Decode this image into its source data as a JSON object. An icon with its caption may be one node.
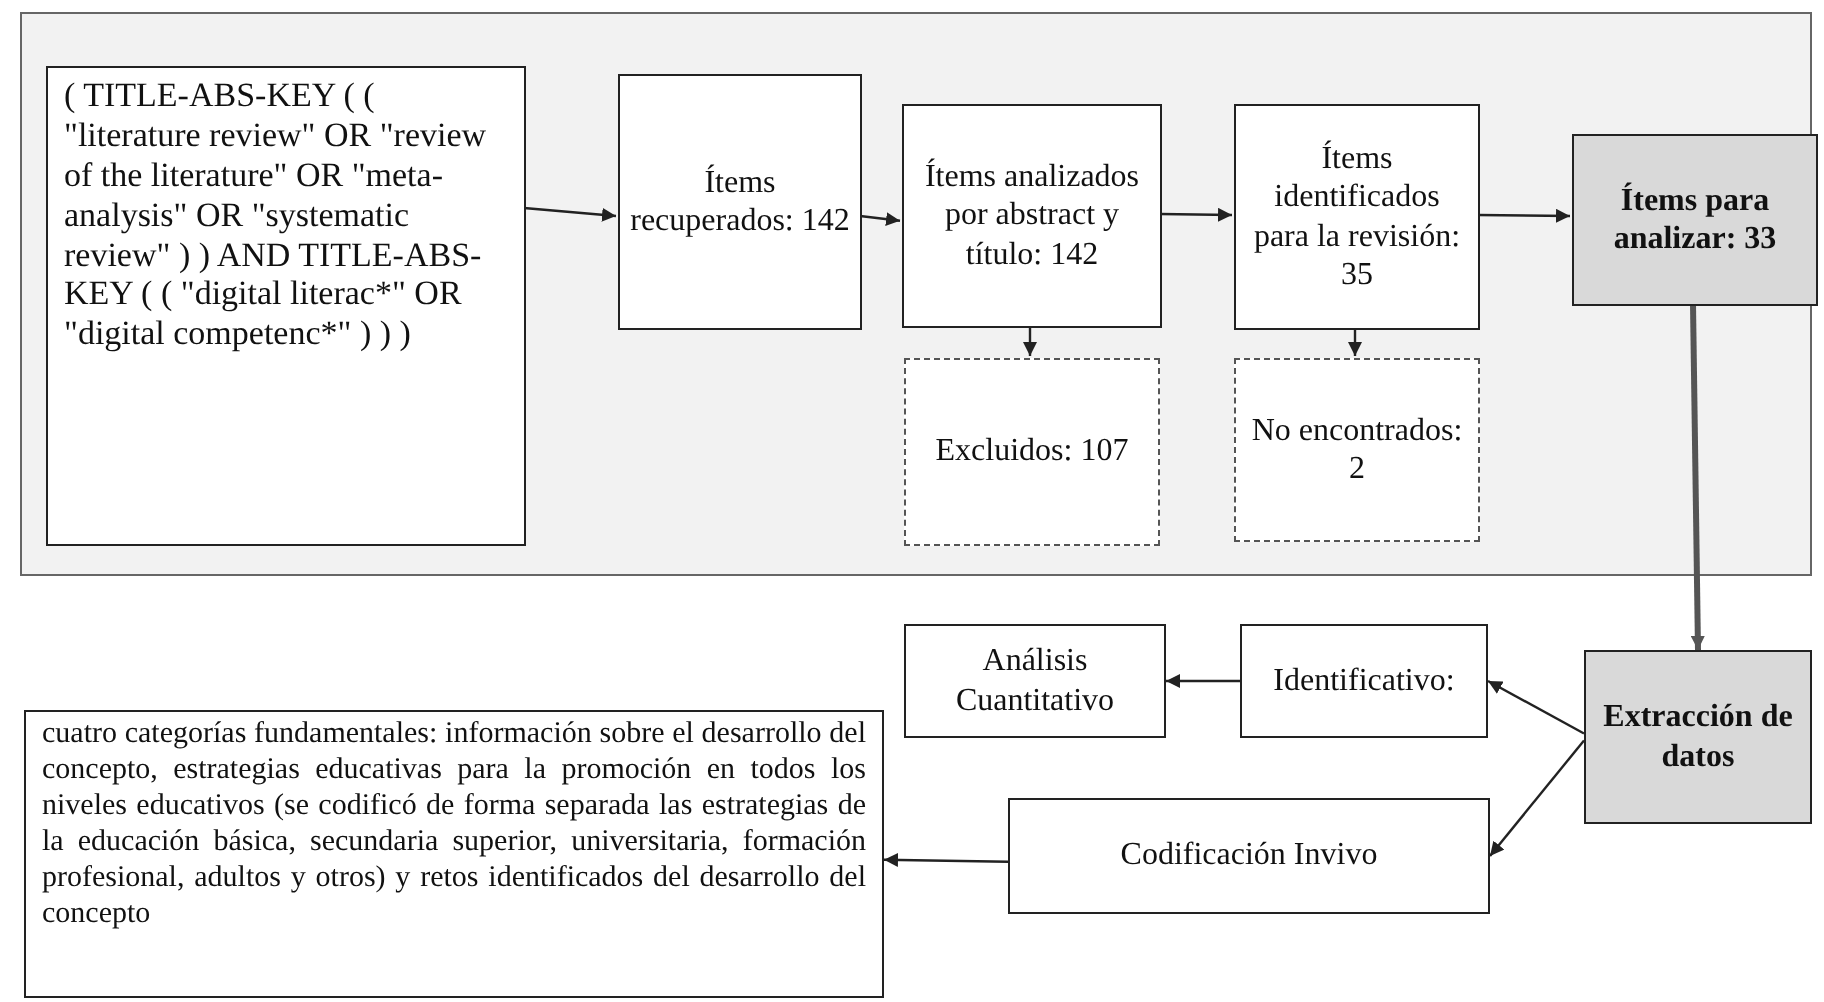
{
  "diagram": {
    "nodes": [
      {
        "text": [],
        "shape": "box"
      },
      {
        "text": [
          "( TITLE-ABS-KEY ( ( \"literature review\" OR \"review of the literature\" OR \"meta-analysis\" OR \"systematic review\" ) ) AND TITLE-ABS-KEY ( ( \"digital literac*\" OR \"digital competenc*\" ) ) )"
        ],
        "in": 0
      },
      {
        "text": [
          "Ítems recuperados: 142"
        ],
        "in": 0
      },
      {
        "text": [
          "Ítems analizados por abstract y título: 142"
        ],
        "in": 0
      },
      {
        "text": [
          "Ítems identificados para la revisión: 35"
        ],
        "in": 0
      },
      {
        "text": [
          "Ítems para analizar: 33"
        ],
        "in": 0
      },
      {
        "text": [
          "Excluidos: 107"
        ],
        "in": 0
      },
      {
        "text": [
          "No encontrados: 2"
        ],
        "in": 0
      },
      {
        "text": [
          "Extracción de datos"
        ]
      },
      {
        "text": [
          "Análisis Cuantitativo"
        ]
      },
      {
        "text": [
          "Identificativo:"
        ]
      },
      {
        "text": [
          "cuatro categorías fundamentales: información sobre el desarrollo del concepto, estrategias educativas para la promoción en todos los niveles educativos (se codificó de forma separada las estrategias de la educación básica, secundaria superior, universitaria, formación profesional, adultos y otros) y retos identificados del desarrollo del concepto"
        ]
      },
      {
        "text": [
          "Codificación Invivo"
        ]
      }
    ],
    "edges": [
      {
        "from": 1,
        "to": 2,
        "arrow": "to"
      },
      {
        "from": 2,
        "to": 3,
        "arrow": "to"
      },
      {
        "from": 3,
        "to": 4,
        "arrow": "to"
      },
      {
        "from": 4,
        "to": 5,
        "arrow": "to"
      },
      {
        "from": 3,
        "to": 6,
        "arrow": "to"
      },
      {
        "from": 4,
        "to": 7,
        "arrow": "to"
      },
      {
        "from": 5,
        "to": 8,
        "arrow": "to",
        "style": "thick",
        "color": "#555555"
      },
      {
        "from": 8,
        "to": 10,
        "arrow": "to"
      },
      {
        "from": 10,
        "to": 9,
        "arrow": "to"
      },
      {
        "from": 8,
        "to": 12,
        "arrow": "to"
      },
      {
        "from": 12,
        "to": 11,
        "arrow": "to"
      }
    ]
  }
}
